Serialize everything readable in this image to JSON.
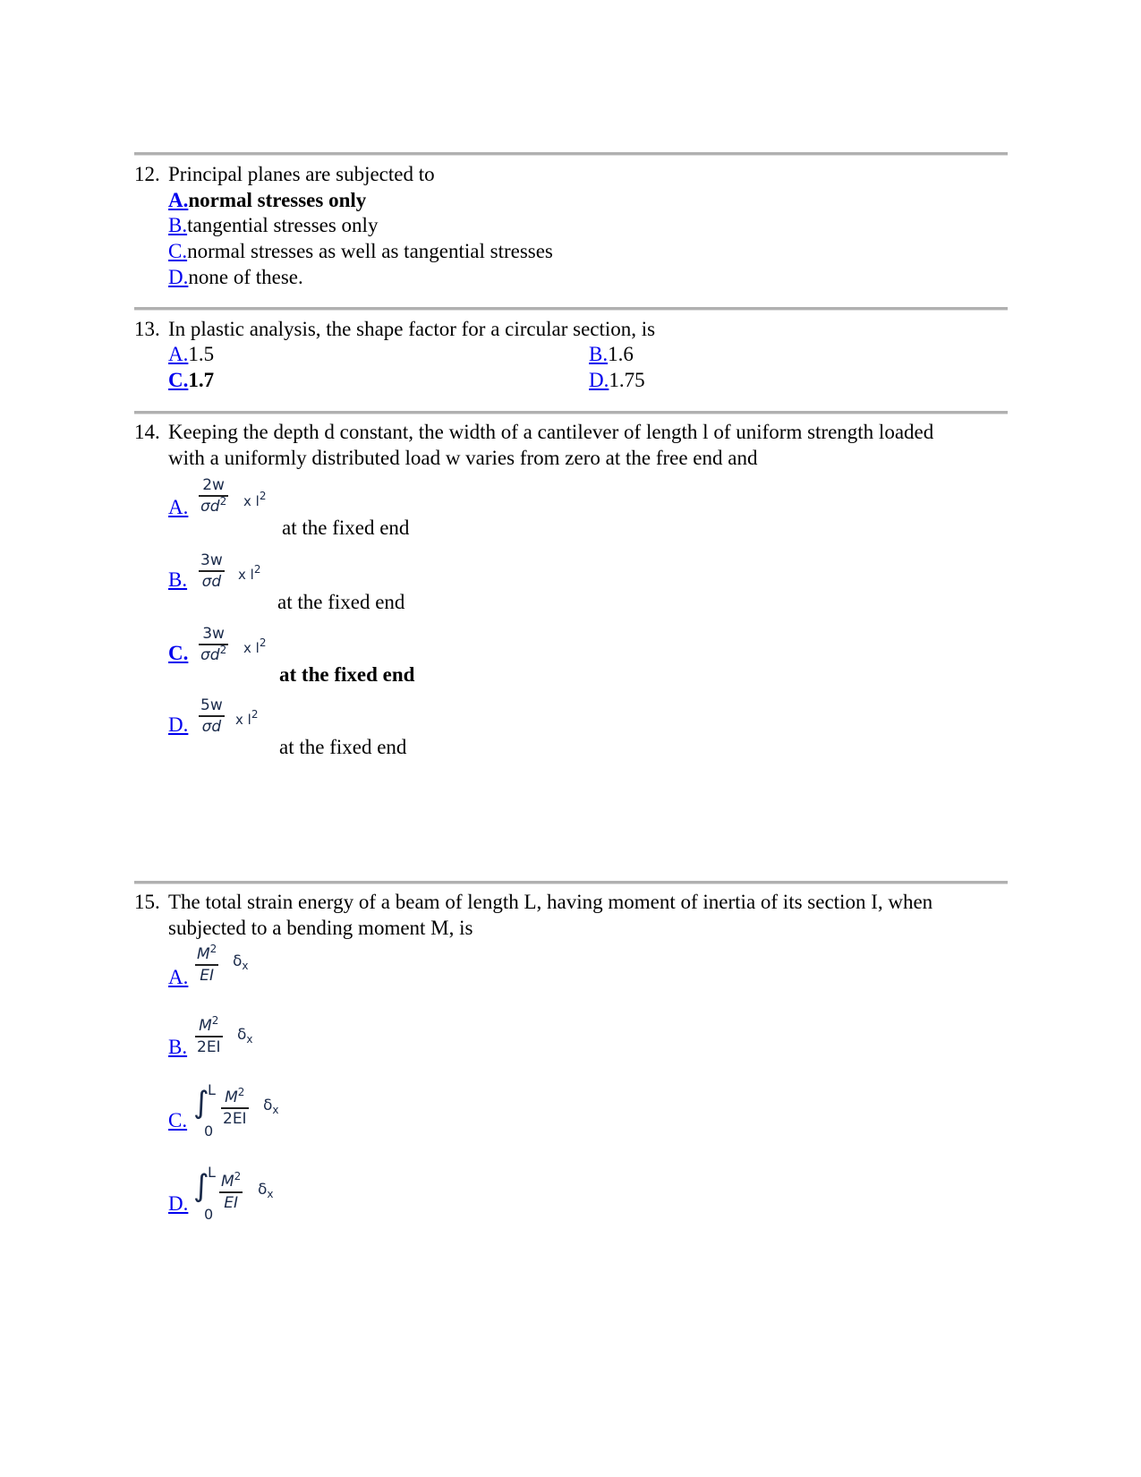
{
  "questions": [
    {
      "number": "12.",
      "text": "Principal planes are subjected to",
      "options": [
        {
          "label": "A.",
          "text": "normal stresses only",
          "bold": true
        },
        {
          "label": "B.",
          "text": "tangential stresses only"
        },
        {
          "label": "C.",
          "text": "normal stresses as well as tangential stresses"
        },
        {
          "label": "D.",
          "text": "none of these."
        }
      ]
    },
    {
      "number": "13.",
      "text": "In plastic analysis, the shape factor for a circular section, is",
      "options": [
        {
          "label": "A.",
          "text": "1.5"
        },
        {
          "label": "B.",
          "text": "1.6"
        },
        {
          "label": "C.",
          "text": "1.7",
          "bold": true
        },
        {
          "label": "D.",
          "text": "1.75"
        }
      ]
    },
    {
      "number": "14.",
      "text_line1": "Keeping the depth d constant, the width of a cantilever of length l of uniform strength loaded",
      "text_line2": "with a uniformly distributed load w varies from zero at the free end and",
      "options": [
        {
          "label": "A.",
          "num": "2w",
          "den_base": "σd",
          "den_sup": "2",
          "times": "x l",
          "times_sup": "2",
          "tail": "at the fixed end"
        },
        {
          "label": "B.",
          "num": "3w",
          "den_base": "σd",
          "den_sup": "",
          "times": "x l",
          "times_sup": "2",
          "tail": "at the fixed end"
        },
        {
          "label": "C.",
          "num": "3w",
          "den_base": "σd",
          "den_sup": "2",
          "times": "x l",
          "times_sup": "2",
          "tail": "at the fixed end",
          "bold": true
        },
        {
          "label": "D.",
          "num": "5w",
          "den_base": "σd",
          "den_sup": "",
          "times": "x l",
          "times_sup": "2",
          "tail": "at the fixed end"
        }
      ]
    },
    {
      "number": "15.",
      "text_line1": "The total strain energy of a beam of length L, having moment of inertia of its section I, when",
      "text_line2": "subjected to a bending moment M, is",
      "options": [
        {
          "label": "A.",
          "num": "M",
          "num_sup": "2",
          "den": "EI",
          "suffix": "δ",
          "suffix_sub": "x"
        },
        {
          "label": "B.",
          "num": "M",
          "num_sup": "2",
          "den": "2EI",
          "suffix": "δ",
          "suffix_sub": "x"
        },
        {
          "label": "C.",
          "integral_upper": "L",
          "integral_lower": "0",
          "num": "M",
          "num_sup": "2",
          "den": "2EI",
          "suffix": "δ",
          "suffix_sub": "x"
        },
        {
          "label": "D.",
          "integral_upper": "L",
          "integral_lower": "0",
          "num": "M",
          "num_sup": "2",
          "den": "EI",
          "suffix": "δ",
          "suffix_sub": "x"
        }
      ]
    }
  ]
}
